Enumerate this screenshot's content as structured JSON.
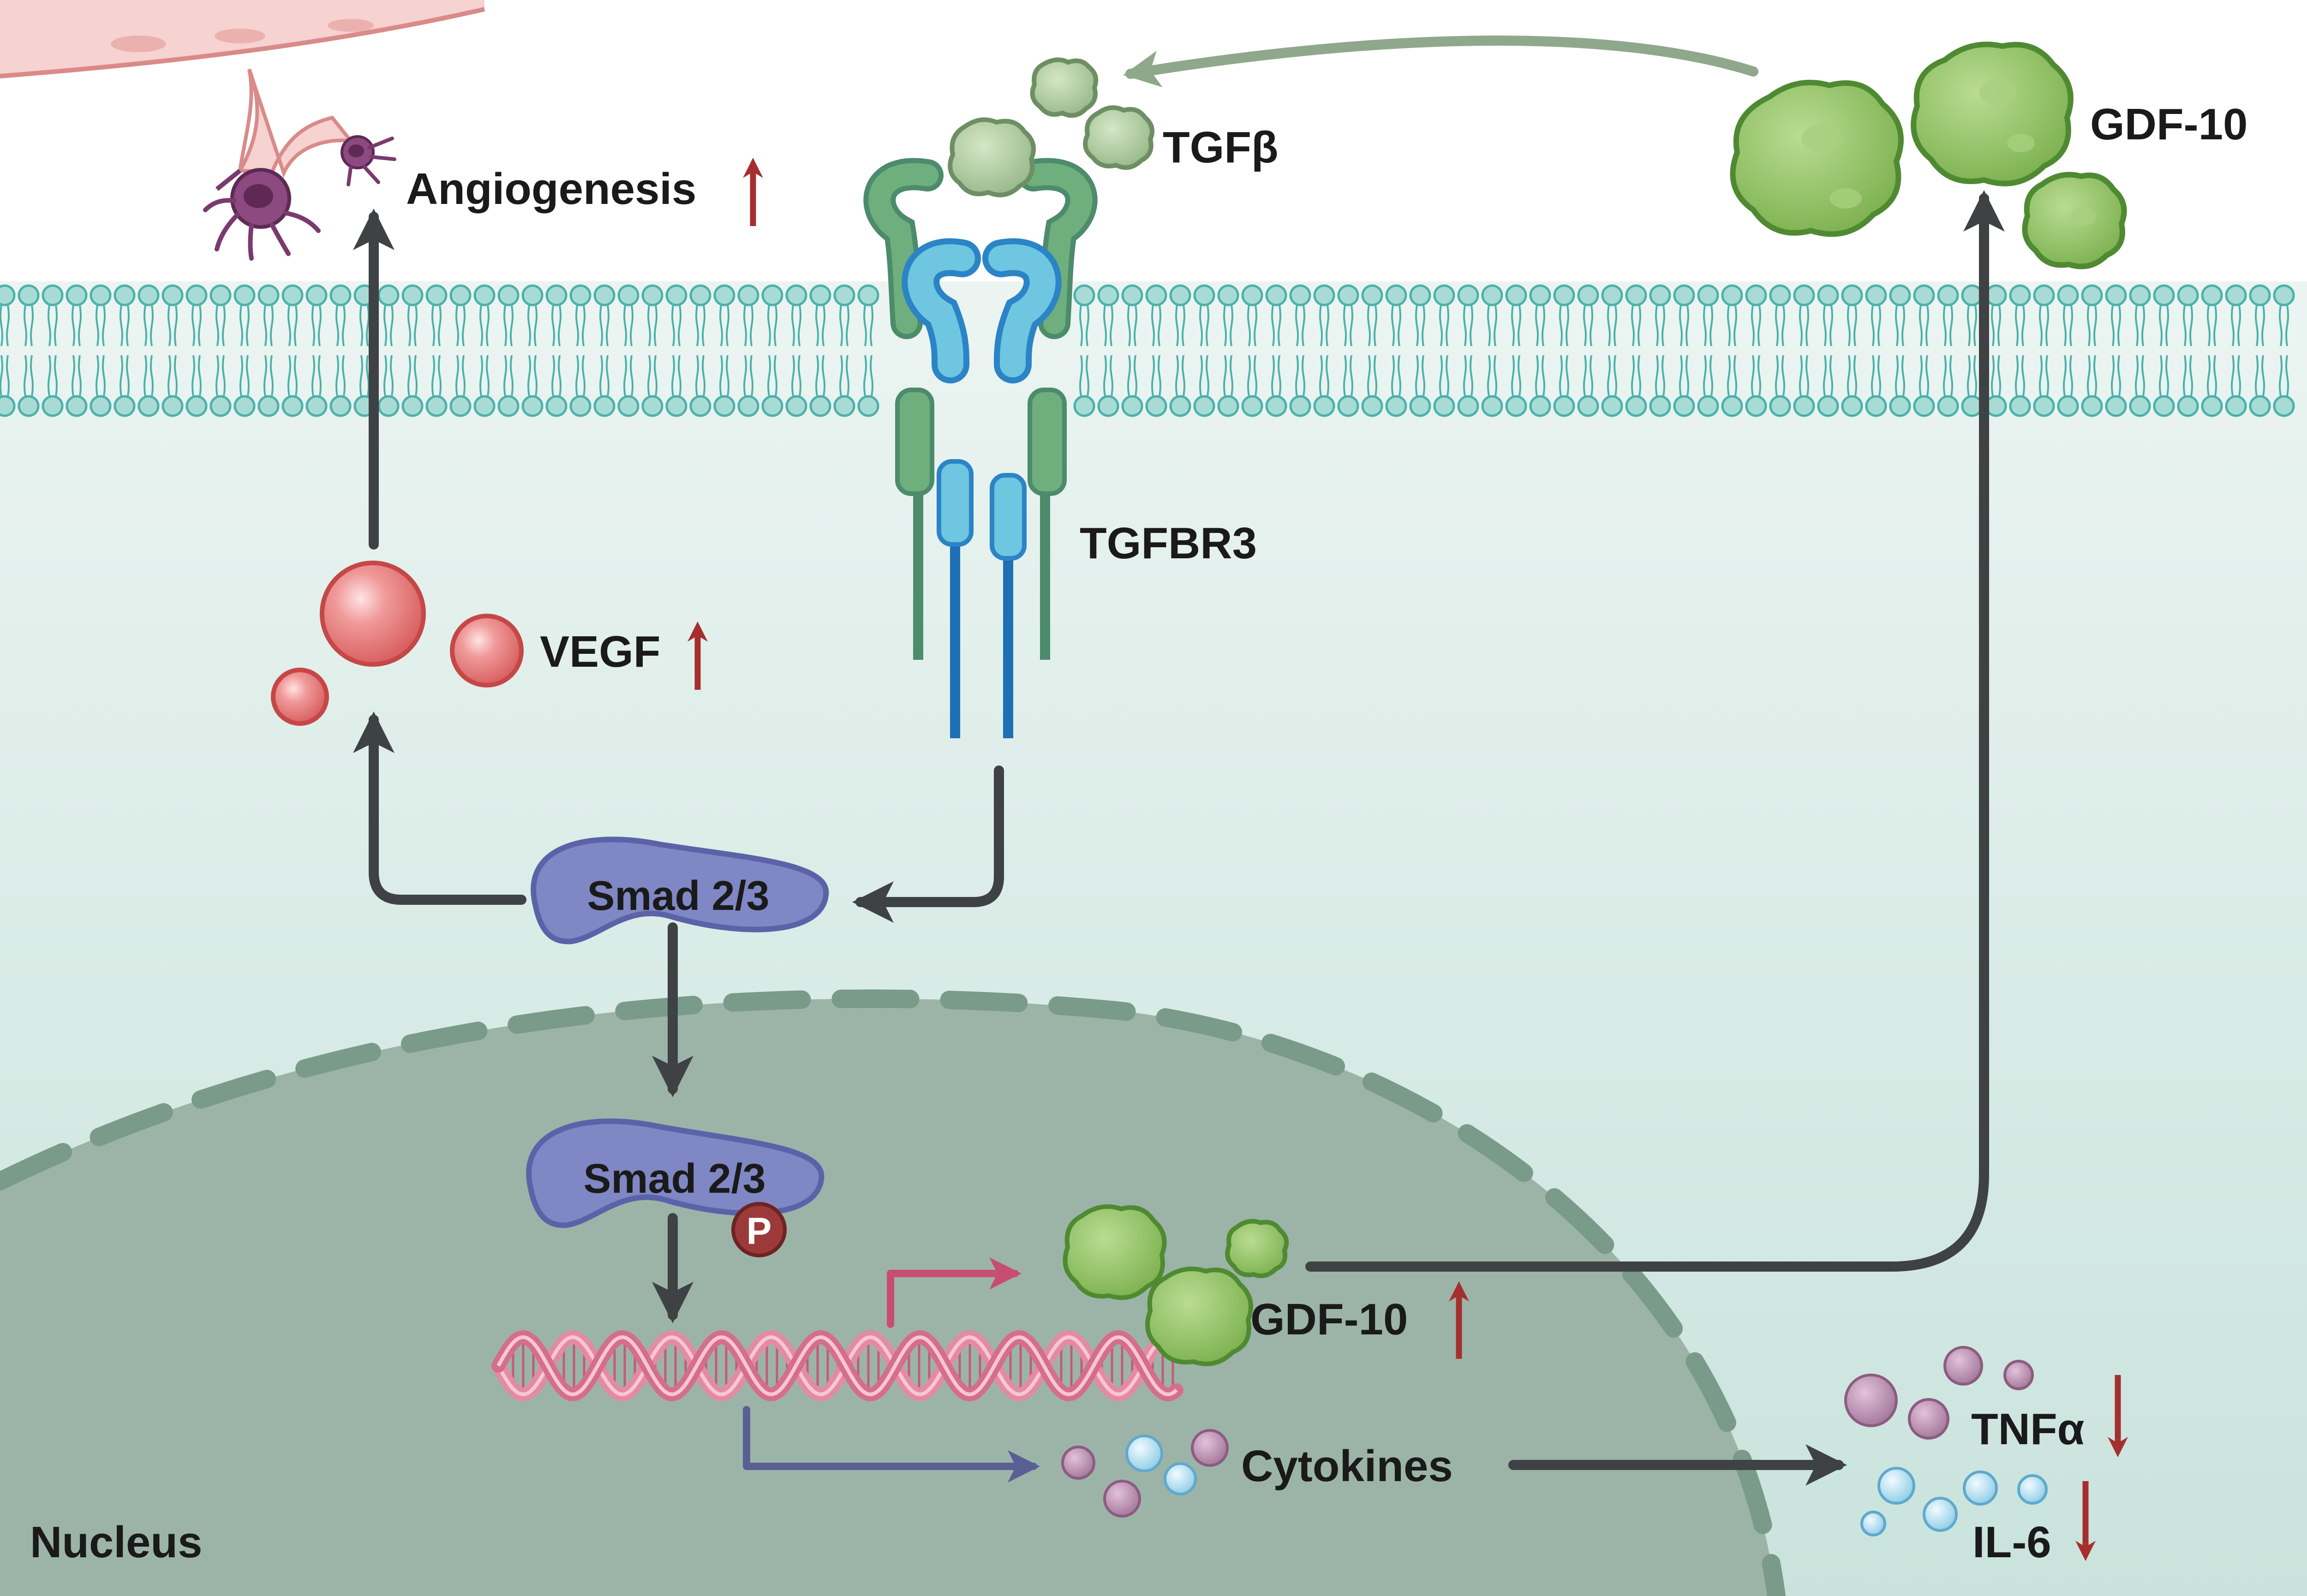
{
  "labels": {
    "angiogenesis": "Angiogenesis",
    "tgfb": "TGFβ",
    "gdf10_top": "GDF-10",
    "tgfbr3": "TGFBR3",
    "vegf": "VEGF",
    "smad_cyto": "Smad 2/3",
    "smad_nuc": "Smad 2/3",
    "phospho": "P",
    "gdf10_nuc": "GDF-10",
    "cytokines": "Cytokines",
    "tnfa": "TNFα",
    "il6": "IL-6",
    "nucleus": "Nucleus"
  },
  "indicators": {
    "angiogenesis": "up",
    "vegf": "up",
    "gdf10_nuc": "up",
    "tnfa": "down",
    "il6": "down"
  },
  "colors": {
    "arrow_dark": "#3f4244",
    "arrow_regulation": "#a52f2f",
    "arrow_feedback": "#8fa88c",
    "arrow_transcription": "#c84d73",
    "arrow_cytokine": "#5a5f93",
    "membrane_head": "#a9dbd6",
    "membrane_stroke": "#4bb1aa",
    "nucleus_fill": "#9cb4a8",
    "nucleus_border": "#7a9a8a",
    "smad_fill": "#7f87c4",
    "smad_stroke": "#5a63a8",
    "phospho_fill": "#9c3a3a",
    "vegf_fill": "#e37b7b",
    "gdf10_fill": "#8bbf5a",
    "tgfb_fill": "#aac79a",
    "receptor_blue": "#6ec6e0",
    "receptor_green": "#6fae7d",
    "dna_pink": "#e38aa5",
    "vessel_pink": "#f3c6c4",
    "cell_purple": "#7b3a6e"
  }
}
